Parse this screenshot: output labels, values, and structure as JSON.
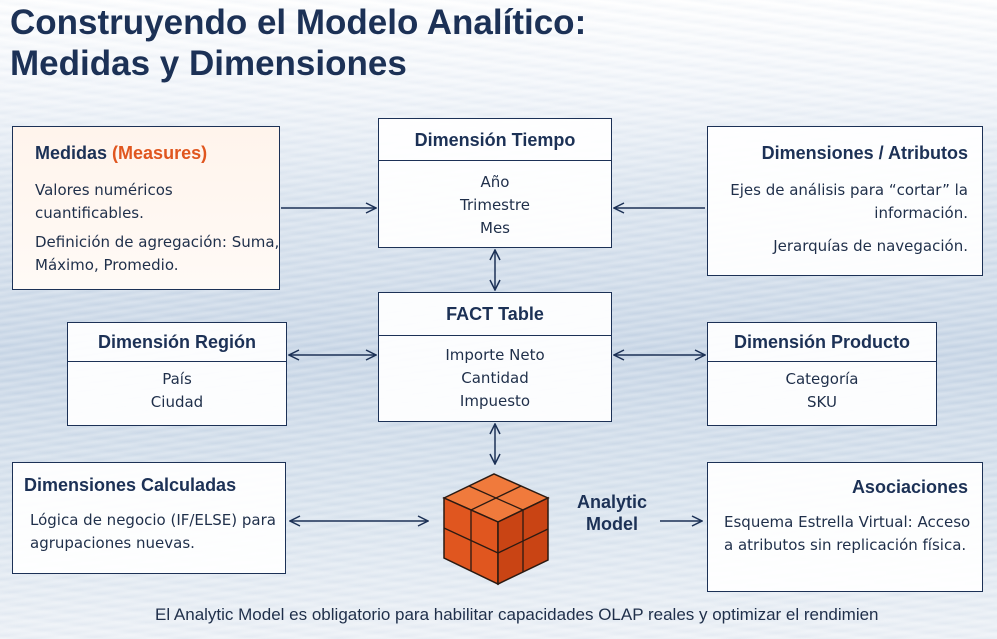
{
  "title": "Construyendo el Modelo Analítico:\nMedidas y Dimensiones",
  "medidas": {
    "heading": "Medidas",
    "heading_accent": "(Measures)",
    "line1": "Valores numéricos cuantificables.",
    "line2": "Definición de agregación: Suma, Máximo, Promedio."
  },
  "tiempo": {
    "heading": "Dimensión Tiempo",
    "items": [
      "Año",
      "Trimestre",
      "Mes"
    ]
  },
  "atributos": {
    "heading": "Dimensiones / Atributos",
    "line1": "Ejes de análisis para “cortar” la información.",
    "line2": "Jerarquías de navegación."
  },
  "fact": {
    "heading": "FACT Table",
    "items": [
      "Importe Neto",
      "Cantidad",
      "Impuesto"
    ]
  },
  "region": {
    "heading": "Dimensión Región",
    "items": [
      "País",
      "Ciudad"
    ]
  },
  "producto": {
    "heading": "Dimensión Producto",
    "items": [
      "Categoría",
      "SKU"
    ]
  },
  "calculadas": {
    "heading": "Dimensiones Calculadas",
    "line1": "Lógica de negocio (IF/ELSE) para agrupaciones nuevas."
  },
  "asociaciones": {
    "heading": "Asociaciones",
    "line1": "Esquema Estrella Virtual: Acceso a atributos sin replicación física."
  },
  "analytic_model": {
    "label": "Analytic\nModel",
    "icon": "cube-icon",
    "color": "#e0561f"
  },
  "footer": "El Analytic Model es obligatorio para habilitar capacidades OLAP reales y optimizar el rendimien",
  "colors": {
    "navy": "#1c3156",
    "accent": "#e0561f"
  }
}
